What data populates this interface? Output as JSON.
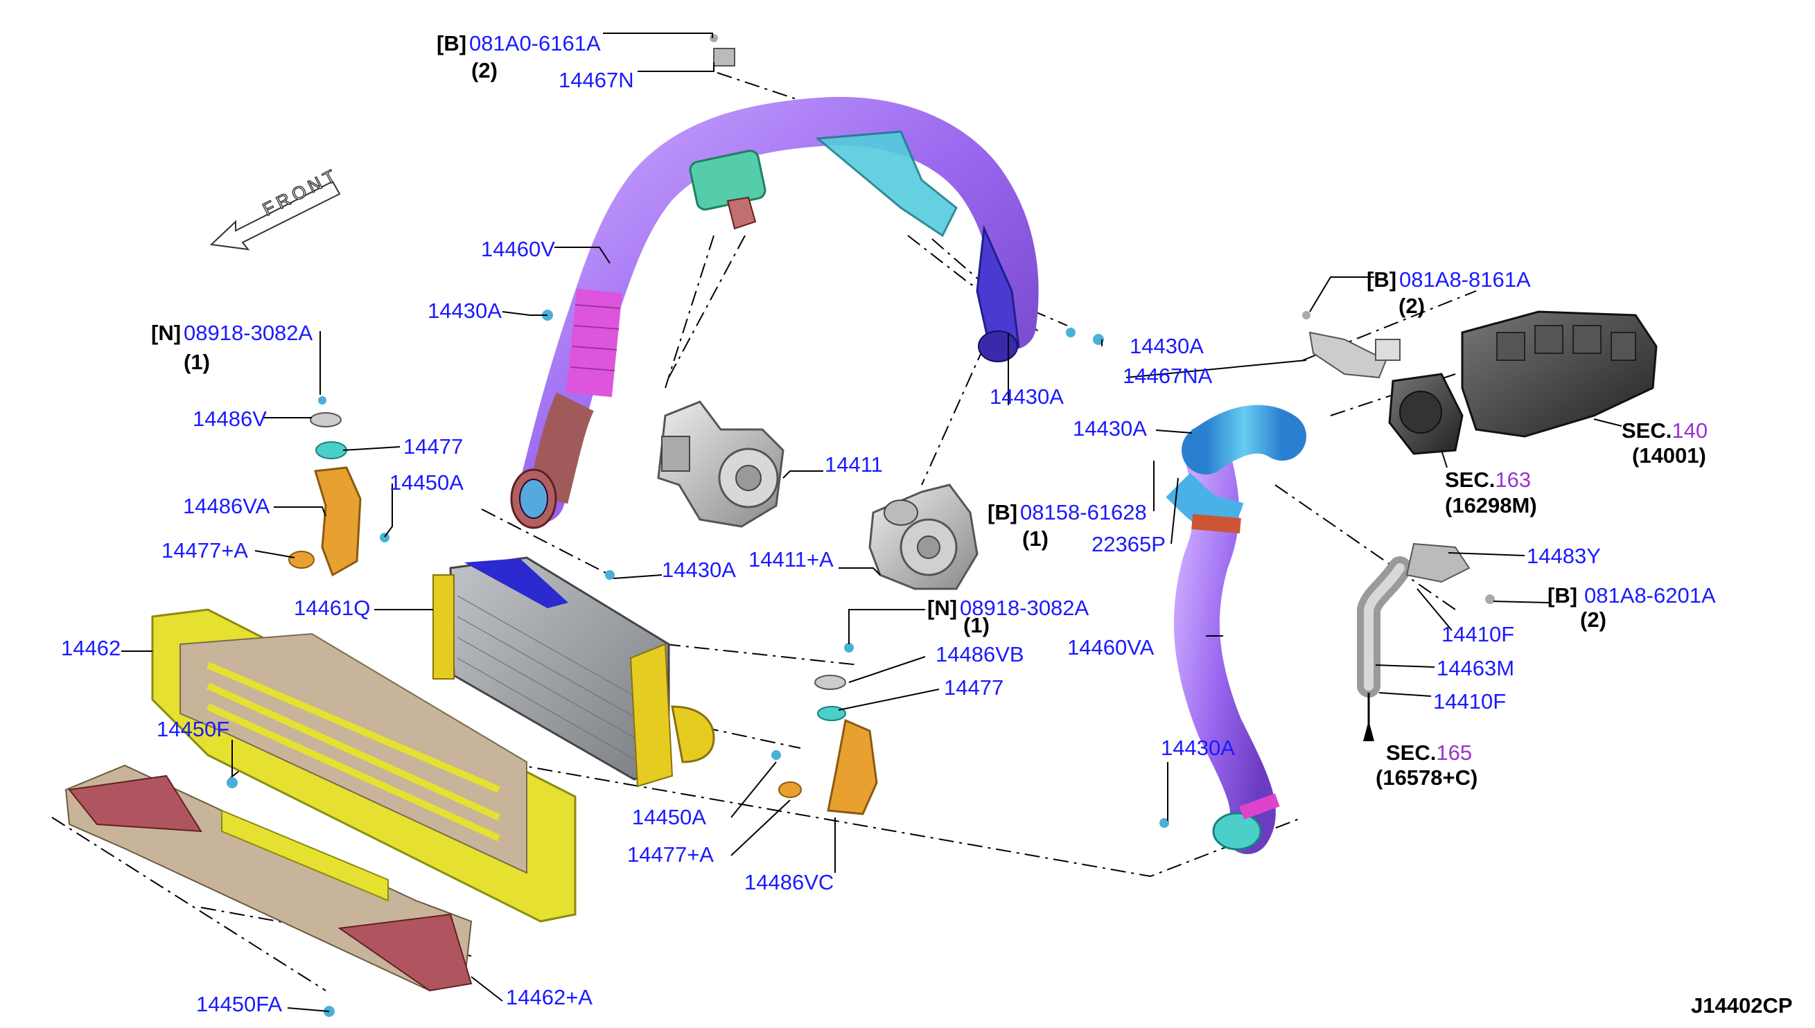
{
  "diagram": {
    "front_label": "FRONT",
    "drawing_code": "J14402CP",
    "bolt_labels": {
      "b_081A0": {
        "bracket": "[B]",
        "part": "081A0-6161A",
        "qty": "(2)"
      },
      "n_08918_left": {
        "bracket": "[N]",
        "part": "08918-3082A",
        "qty": "(1)"
      },
      "b_081A8_8161": {
        "bracket": "[B]",
        "part": "081A8-8161A",
        "qty": "(2)"
      },
      "b_08158": {
        "bracket": "[B]",
        "part": "08158-61628",
        "qty": "(1)"
      },
      "n_08918_mid": {
        "bracket": "[N]",
        "part": "08918-3082A",
        "qty": "(1)"
      },
      "b_081A8_6201": {
        "bracket": "[B]",
        "part": "081A8-6201A",
        "qty": "(2)"
      }
    },
    "parts": {
      "p14467N": "14467N",
      "p14460V": "14460V",
      "p14430A_1": "14430A",
      "p14430A_2": "14430A",
      "p14430A_3": "14430A",
      "p14430A_4": "14430A",
      "p14430A_5": "14430A",
      "p14430A_6": "14430A",
      "p14467NA": "14467NA",
      "p14486V": "14486V",
      "p14477_1": "14477",
      "p14450A_1": "14450A",
      "p14486VA": "14486VA",
      "p14477A_1": "14477+A",
      "p14411": "14411",
      "p14411A": "14411+A",
      "p14461Q": "14461Q",
      "p14462": "14462",
      "p14486VB": "14486VB",
      "p14477_2": "14477",
      "p14450F": "14450F",
      "p14450A_2": "14450A",
      "p14477A_2": "14477+A",
      "p14486VC": "14486VC",
      "p14450FA": "14450FA",
      "p14462A": "14462+A",
      "p22365P": "22365P",
      "p14460VA": "14460VA",
      "p14483Y": "14483Y",
      "p14410F_1": "14410F",
      "p14463M": "14463M",
      "p14410F_2": "14410F"
    },
    "sections": {
      "s140": {
        "prefix": "SEC.",
        "num": "140",
        "ref": "(14001)"
      },
      "s163": {
        "prefix": "SEC.",
        "num": "163",
        "ref": "(16298M)"
      },
      "s165": {
        "prefix": "SEC.",
        "num": "165",
        "ref": "(16578+C)"
      }
    },
    "colors": {
      "label_blue": "#1a1aff",
      "section_purple": "#9933cc",
      "duct_purple": "#9966ee",
      "duct_magenta": "#dd55dd",
      "duct_cyan": "#55ccdd",
      "duct_blue": "#66aaee",
      "bracket_orange": "#e8a030",
      "frame_yellow": "#e6e030",
      "frame_tan": "#c8b49a",
      "guide_red": "#b05560",
      "part_gray": "#b0b0b0"
    }
  }
}
